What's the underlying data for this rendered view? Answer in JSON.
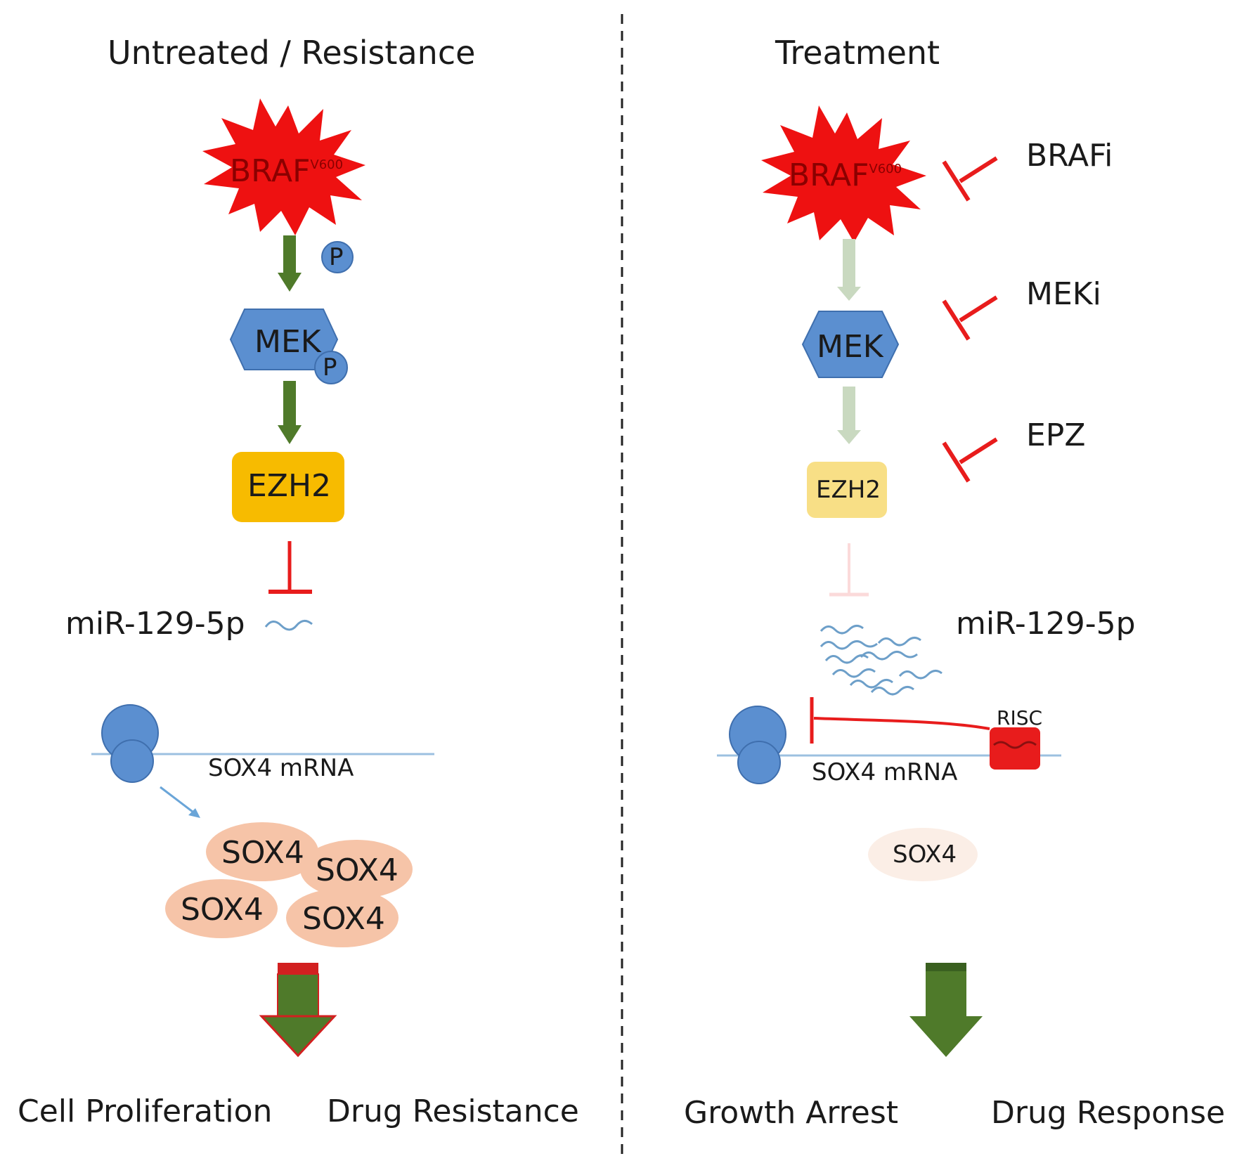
{
  "left": {
    "title": "Untreated / Resistance",
    "braf": "BRAF",
    "braf_sup": "V600",
    "p1": "P",
    "mek": "MEK",
    "p2": "P",
    "ezh2": "EZH2",
    "mir": "miR-129-5p",
    "mrna": "SOX4 mRNA",
    "sox4_1": "SOX4",
    "sox4_2": "SOX4",
    "sox4_3": "SOX4",
    "sox4_4": "SOX4",
    "outcome_1": "Cell Proliferation",
    "outcome_2": "Drug Resistance"
  },
  "right": {
    "title": "Treatment",
    "braf": "BRAF",
    "braf_sup": "V600",
    "mek": "MEK",
    "ezh2": "EZH2",
    "mir": "miR-129-5p",
    "risc": "RISC",
    "mrna": "SOX4 mRNA",
    "sox4": "SOX4",
    "inhibitor_braf": "BRAFi",
    "inhibitor_mek": "MEKi",
    "inhibitor_ezh2": "EPZ",
    "outcome_1": "Growth Arrest",
    "outcome_2": "Drug Response"
  },
  "colors": {
    "braf_red": "#ee1111",
    "mek_blue": "#5b8fd0",
    "ezh2_gold": "#f7bb00",
    "ezh2_faded": "#f8df86",
    "sox4_salmon": "#f6c4a8",
    "sox4_faded": "#fbeee6",
    "arrow_green": "#4f7a2a",
    "arrow_faded": "#c9d9c0",
    "inhibit_red": "#e81c1c",
    "ribosome_blue": "#5b8fd0",
    "mrna_line": "#9cc0e0"
  }
}
